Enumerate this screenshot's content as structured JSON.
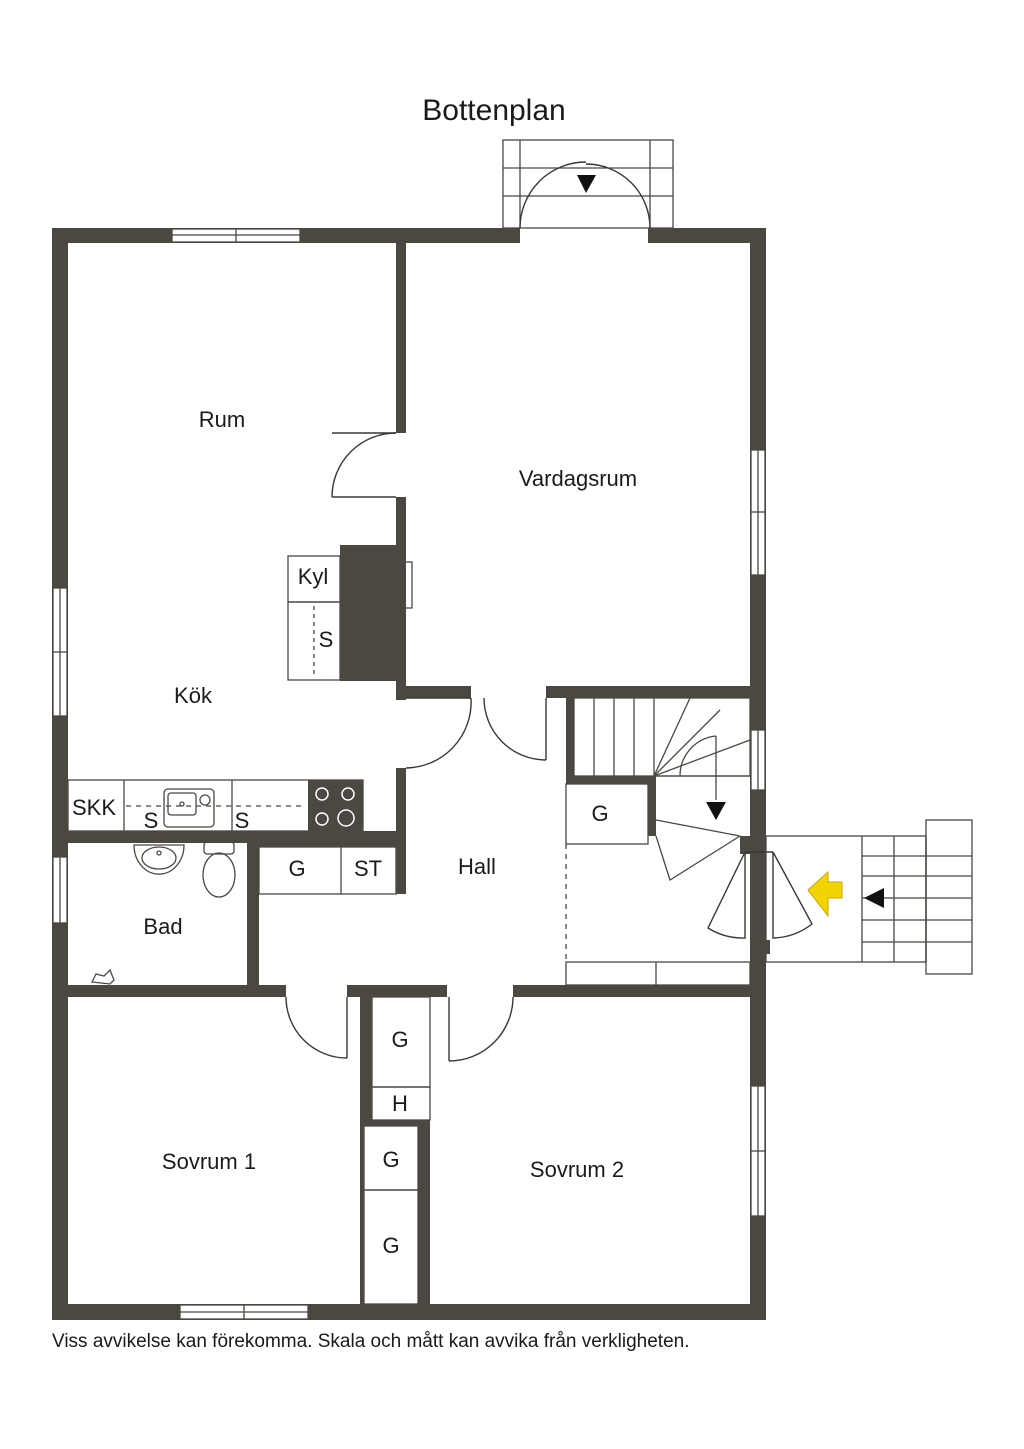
{
  "title": "Bottenplan",
  "disclaimer": "Viss avvikelse kan förekomma. Skala och mått kan avvika från verkligheten.",
  "rooms": {
    "rum": "Rum",
    "vardagsrum": "Vardagsrum",
    "kok": "Kök",
    "hall": "Hall",
    "bad": "Bad",
    "sovrum1": "Sovrum 1",
    "sovrum2": "Sovrum 2"
  },
  "fixtures": {
    "kyl": "Kyl",
    "s_kitchen_upper": "S",
    "skk": "SKK",
    "s_counter_1": "S",
    "s_counter_2": "S",
    "g_hall": "G",
    "st_hall": "ST",
    "g_stair": "G",
    "g_corridor_upper": "G",
    "h_corridor": "H",
    "g_corridor_lower_1": "G",
    "g_corridor_lower_2": "G"
  },
  "colors": {
    "wall": "#4b4841",
    "entrance_arrow": "#f2d500"
  }
}
